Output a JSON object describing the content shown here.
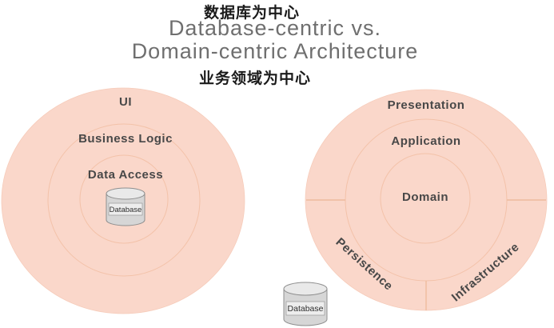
{
  "header": {
    "top_caption_zh": "数据库为中心",
    "title_line1": "Database-centric vs.",
    "title_line2": "Domain-centric Architecture",
    "bottom_caption_zh": "业务领域为中心"
  },
  "left_diagram": {
    "kind": "database-centric onion",
    "layers": [
      "UI",
      "Business Logic",
      "Data Access"
    ],
    "database_label": "Database",
    "database_position": "center of innermost ring"
  },
  "right_diagram": {
    "kind": "domain-centric onion",
    "layers": [
      "Presentation",
      "Application",
      "Domain"
    ],
    "bottom_left_segment": "Persistence",
    "bottom_right_segment": "Infrastructure",
    "database_label": "Database",
    "database_position": "outside circle, bottom-left"
  },
  "colors": {
    "circle_fill": "#fad7ca",
    "ring_stroke": "#f3c2a9",
    "divider_stroke": "#eebc9e",
    "title_gray": "#6f6f6f",
    "label_dark": "#484848",
    "caption_black": "#1a1a1a",
    "cylinder_fill": "#d6d6d6",
    "cylinder_top_fill": "#e9e9e9",
    "cylinder_stroke": "#8f8f8f"
  }
}
